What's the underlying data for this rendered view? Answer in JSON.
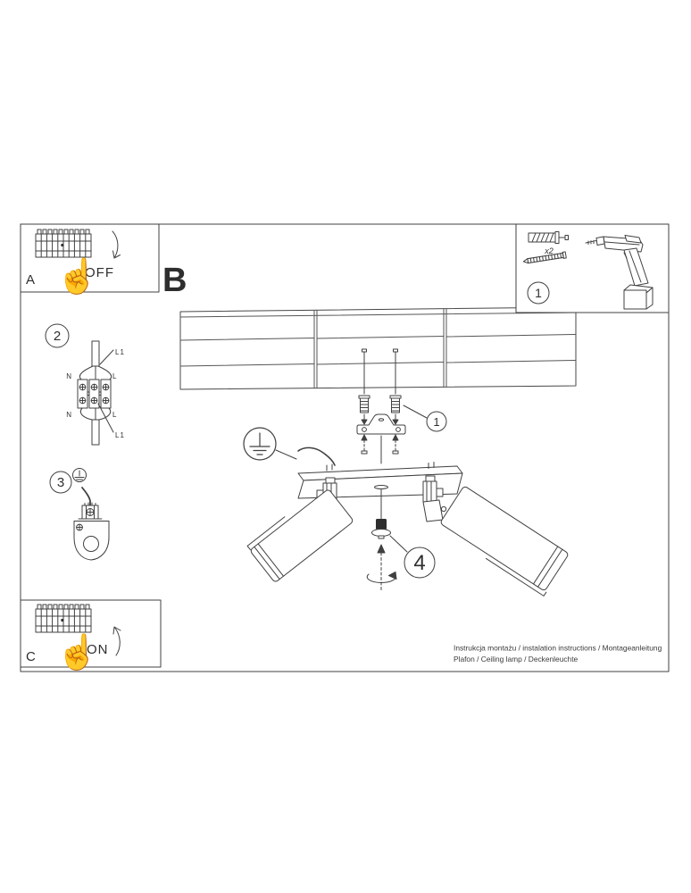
{
  "icons": {
    "hand_up": "☝"
  },
  "sections": {
    "a": "A",
    "b": "B",
    "c": "C"
  },
  "breaker": {
    "off": "OFF",
    "on": "ON"
  },
  "callouts": {
    "step1": "1",
    "step2": "2",
    "step3": "3",
    "step4": "4",
    "tools": "1"
  },
  "tools_box": {
    "plug_qty": "x2"
  },
  "wiring": {
    "l1_top": "L1",
    "n_top": "N",
    "l_top": "L",
    "n_bottom": "N",
    "l_bottom": "L",
    "l1_bottom": "L1"
  },
  "footer": {
    "line1": "Instrukcja montażu / instalation instructions / Montageanleitung",
    "line2": "Plafon / Ceiling lamp / Deckenleuchte"
  }
}
